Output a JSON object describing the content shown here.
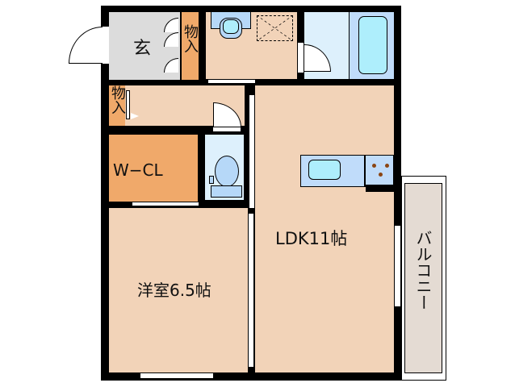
{
  "floorplan": {
    "rooms": {
      "entrance": {
        "label": "玄"
      },
      "storage_top": {
        "label": "物入"
      },
      "storage_hall": {
        "label": "物入"
      },
      "walk_in_closet": {
        "label": "W−CL"
      },
      "western_room": {
        "label": "洋室6.5帖"
      },
      "ldk": {
        "label": "LDK11帖"
      },
      "balcony": {
        "label": "バルコニー"
      },
      "washroom": {
        "label": ""
      },
      "bathroom": {
        "label": ""
      },
      "toilet": {
        "label": ""
      }
    },
    "colors": {
      "wall": "#000000",
      "living_floor": "#f2d3b8",
      "entrance_floor": "#dcdcdc",
      "storage_floor": "#f0a96a",
      "wet_floor": "#ddf0fc",
      "fixture": "#aeeefc",
      "toilet_fixture": "#b6d8f8",
      "balcony_floor": "#e4dbd3",
      "stove_knob": "#8b4513"
    }
  }
}
